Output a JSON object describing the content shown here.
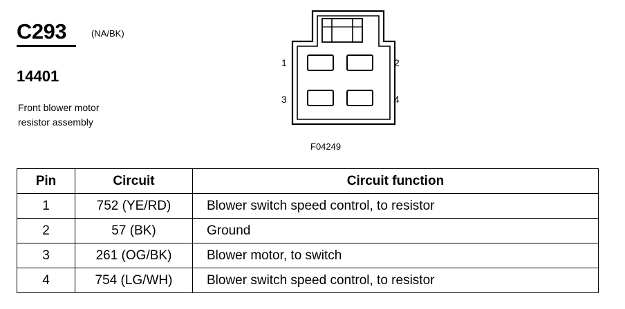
{
  "connector": {
    "id": "C293",
    "color": "(NA/BK)",
    "part_number": "14401",
    "description_line1": "Front blower motor",
    "description_line2": "resistor assembly"
  },
  "diagram": {
    "figure_id": "F04249",
    "pin_labels": [
      "1",
      "2",
      "3",
      "4"
    ]
  },
  "table": {
    "headers": [
      "Pin",
      "Circuit",
      "Circuit function"
    ],
    "rows": [
      {
        "pin": "1",
        "circuit": "752 (YE/RD)",
        "function": "Blower switch speed control, to resistor"
      },
      {
        "pin": "2",
        "circuit": "57 (BK)",
        "function": "Ground"
      },
      {
        "pin": "3",
        "circuit": "261 (OG/BK)",
        "function": "Blower motor, to switch"
      },
      {
        "pin": "4",
        "circuit": "754 (LG/WH)",
        "function": "Blower switch speed control, to resistor"
      }
    ]
  }
}
